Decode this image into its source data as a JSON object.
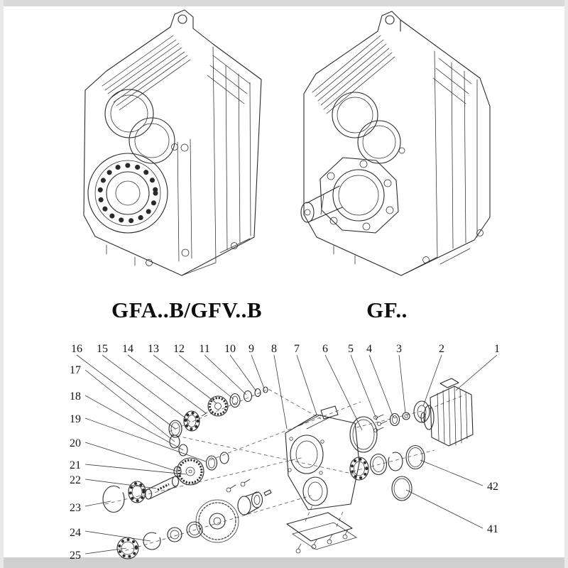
{
  "page": {
    "type": "technical-catalog-sheet",
    "ink_color": "#2a2a2a",
    "page_edge_color": "#d9d9d9"
  },
  "products": [
    {
      "label": "GFA..B/GFV..B"
    },
    {
      "label": "GF.."
    }
  ],
  "exploded": {
    "top_row": [
      "16",
      "15",
      "14",
      "13",
      "12",
      "11",
      "10",
      "9",
      "8",
      "7",
      "6",
      "5",
      "4",
      "3",
      "2",
      "1"
    ],
    "left_col": [
      "17",
      "18",
      "19",
      "20",
      "21",
      "22",
      "23",
      "24",
      "25"
    ],
    "right_col": [
      "42",
      "41"
    ]
  }
}
